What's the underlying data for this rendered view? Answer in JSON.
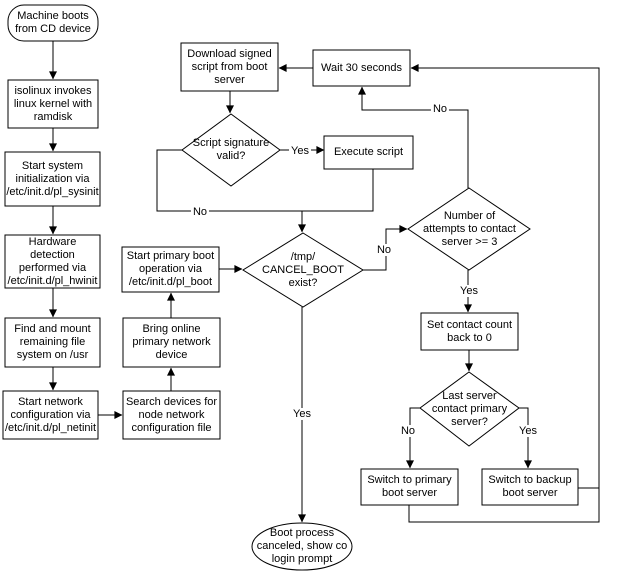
{
  "diagram_type": "flowchart",
  "colors": {
    "line": "#000000",
    "node_fill": "#ffffff",
    "text": "#000000",
    "background": "#ffffff"
  },
  "nodes": {
    "machine_boots": {
      "shape": "terminator",
      "label": "Machine boots\nfrom CD device"
    },
    "isolinux": {
      "shape": "process",
      "label": "isolinux invokes\nlinux kernel with\nramdisk"
    },
    "sysinit": {
      "shape": "process",
      "label": "Start system\ninitialization via\n/etc/init.d/pl_sysinit"
    },
    "hwinit": {
      "shape": "process",
      "label": "Hardware\ndetection\nperformed via\n/etc/init.d/pl_hwinit"
    },
    "mount_usr": {
      "shape": "process",
      "label": "Find and mount\nremaining file\nsystem on /usr"
    },
    "netinit": {
      "shape": "process",
      "label": "Start network\nconfiguration via\n/etc/init.d/pl_netinit"
    },
    "search_devices": {
      "shape": "process",
      "label": "Search devices for\nnode network\nconfiguration file"
    },
    "bring_online": {
      "shape": "process",
      "label": "Bring online\nprimary network\ndevice"
    },
    "pl_boot": {
      "shape": "process",
      "label": "Start primary boot\noperation via\n/etc/init.d/pl_boot"
    },
    "download_script": {
      "shape": "process",
      "label": "Download signed\nscript from boot\nserver"
    },
    "wait_30": {
      "shape": "process",
      "label": "Wait 30 seconds"
    },
    "sig_valid": {
      "shape": "decision",
      "label": "Script signature\nvalid?"
    },
    "execute_script": {
      "shape": "process",
      "label": "Execute script"
    },
    "cancel_boot": {
      "shape": "decision",
      "label": "/tmp/\nCANCEL_BOOT\nexist?"
    },
    "attempts": {
      "shape": "decision",
      "label": "Number of\nattempts to contact\nserver >= 3"
    },
    "set_count": {
      "shape": "process",
      "label": "Set contact count\nback to 0"
    },
    "last_server": {
      "shape": "decision",
      "label": "Last server\ncontact primary\nserver?"
    },
    "switch_primary": {
      "shape": "process",
      "label": "Switch to primary\nboot server"
    },
    "switch_backup": {
      "shape": "process",
      "label": "Switch to backup\nboot server"
    },
    "boot_canceled": {
      "shape": "terminator",
      "label": "Boot process\ncanceled, show co\nlogin prompt"
    }
  },
  "edge_labels": {
    "sig_yes": "Yes",
    "sig_no": "No",
    "cancel_no": "No",
    "cancel_yes": "Yes",
    "attempts_no": "No",
    "attempts_yes": "Yes",
    "last_no": "No",
    "last_yes": "Yes"
  }
}
